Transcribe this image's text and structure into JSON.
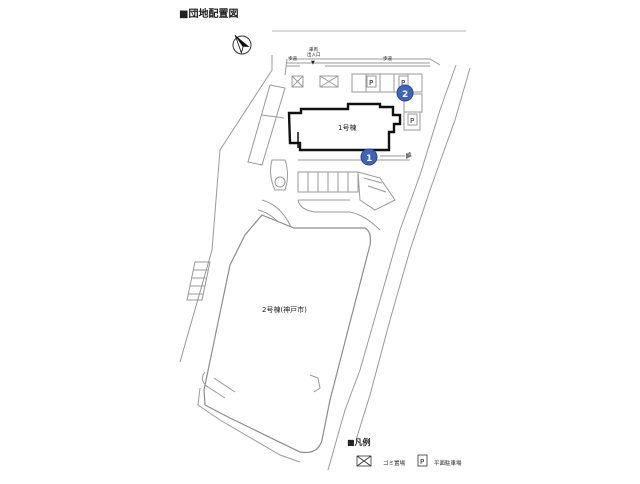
{
  "title": "■団地配置図",
  "buildings": {
    "b1": "1号棟",
    "b2": "2号棟(神戸市)"
  },
  "labels": {
    "vehicle_entrance": "車両\n出入口",
    "walk_left": "歩道",
    "walk_right": "歩道",
    "small_right": "歩",
    "parking_glyph": "P"
  },
  "markers": [
    {
      "id": "m1",
      "label": "1"
    },
    {
      "id": "m2",
      "label": "2"
    }
  ],
  "legend": {
    "title": "■凡例",
    "items": [
      {
        "icon": "garbage-area-icon",
        "label": "ゴミ置場"
      },
      {
        "icon": "parking-icon",
        "symbol": "P",
        "label": "平面駐車場"
      }
    ]
  },
  "colors": {
    "marker_fill": "#3e63b8",
    "building_outline": "#111111",
    "linework": "#9a9a9a"
  }
}
